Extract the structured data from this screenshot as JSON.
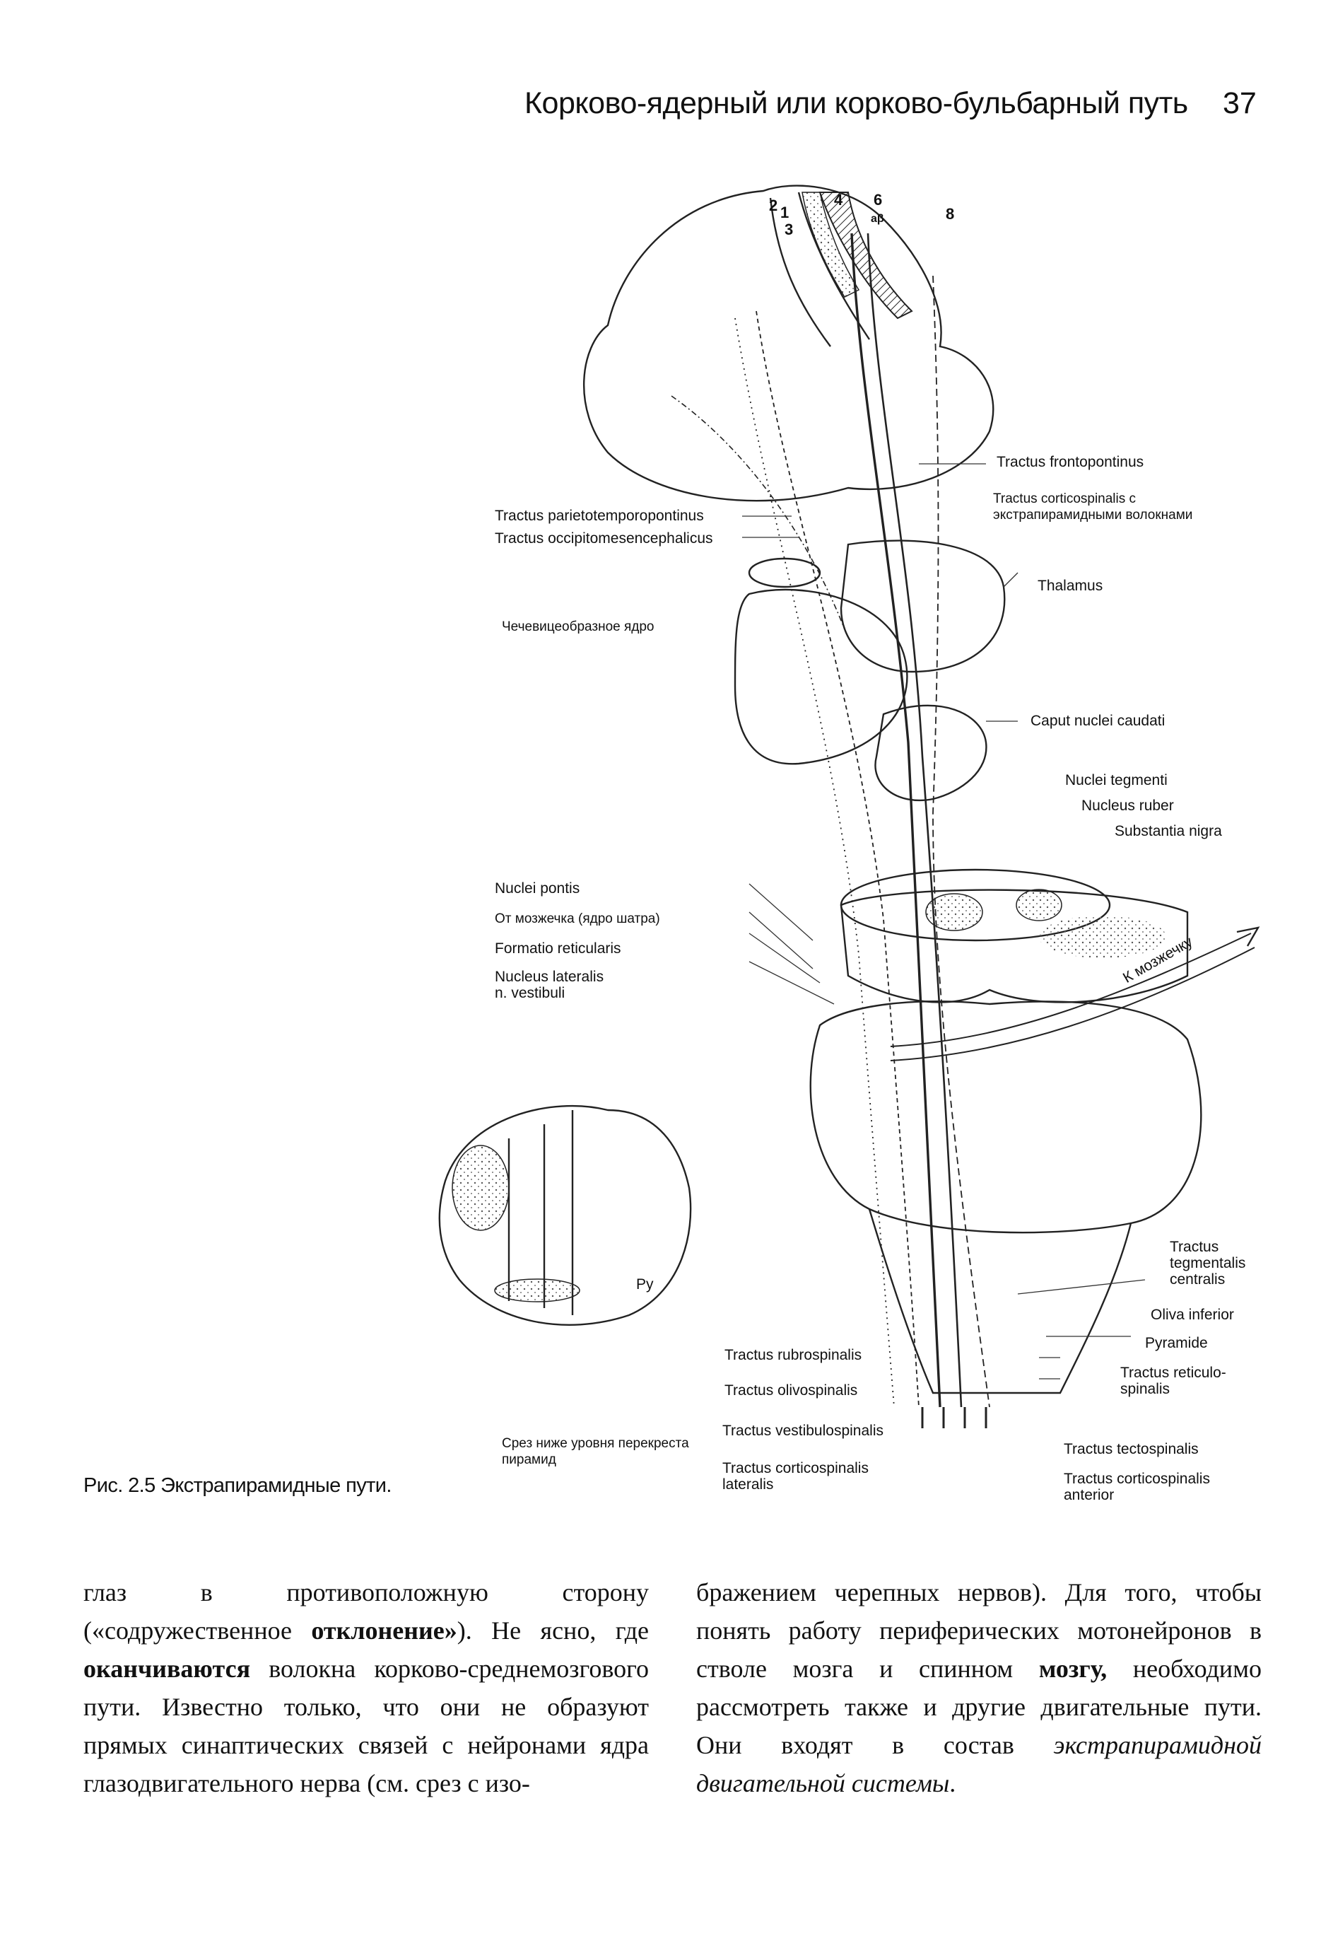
{
  "header": {
    "title": "Корково-ядерный или корково-бульбарный путь",
    "page_number": "37"
  },
  "figure": {
    "cortex_areas": [
      "2",
      "1",
      "3",
      "4",
      "6",
      "aβ",
      "8"
    ],
    "labels": {
      "tractus_frontopontinus": "Tractus frontopontinus",
      "tractus_corticospinalis_extra": "Tractus corticospinalis с экстрапирамидными волокнами",
      "tractus_parietotemporopontinus": "Tractus parietotemporopontinus",
      "tractus_occipitomesencephalicus": "Tractus occipitomesencephalicus",
      "thalamus": "Thalamus",
      "lentiform_nucleus": "Чечевицеобразное ядро",
      "caput_nuclei_caudati": "Caput nuclei caudati",
      "nuclei_tegmenti": "Nuclei tegmenti",
      "nucleus_ruber": "Nucleus ruber",
      "substantia_nigra": "Substantia nigra",
      "nuclei_pontis": "Nuclei pontis",
      "from_cerebellum": "От мозжечка (ядро шатра)",
      "formatio_reticularis": "Formatio reticularis",
      "nucleus_lateralis_vestibuli": "Nucleus lateralis n. vestibuli",
      "k_mozzhechku": "К мозжечку",
      "tractus_tegmentalis_centralis": "Tractus tegmentalis centralis",
      "oliva_inferior": "Oliva inferior",
      "pyramide": "Pyramide",
      "tractus_reticulospinalis": "Tractus reticulo-spinalis",
      "tractus_rubrospinalis": "Tractus rubrospinalis",
      "tractus_olivospinalis": "Tractus olivospinalis",
      "tractus_vestibulospinalis": "Tractus vestibulospinalis",
      "tractus_corticospinalis_lateralis": "Tractus corticospinalis lateralis",
      "tractus_tectospinalis": "Tractus tectospinalis",
      "tractus_corticospinalis_anterior": "Tractus corticospinalis anterior",
      "inset_py": "Py",
      "inset_caption": "Срез ниже уровня перекреста пирамид"
    }
  },
  "caption": "Рис. 2.5 Экстрапирамидные пути.",
  "body": {
    "left_column": [
      {
        "t": "глаз в противоположную сторону («содружественное ",
        "s": "n"
      },
      {
        "t": "отклонение»",
        "s": "b"
      },
      {
        "t": "). Не ясно, где ",
        "s": "n"
      },
      {
        "t": "оканчиваются",
        "s": "b"
      },
      {
        "t": " волокна корково-среднемозгового пути. Известно только, что они не образуют прямых синаптических связей с нейронами ядра глазодвигательного нерва (см. срез с изо-",
        "s": "n"
      }
    ],
    "right_column": [
      {
        "t": "бражением черепных нервов). Для того, чтобы понять работу периферических мотонейронов в стволе мозга и спинном ",
        "s": "n"
      },
      {
        "t": "мозгу,",
        "s": "b"
      },
      {
        "t": " необходимо рассмотреть также и другие двигательные пути. Они входят в состав ",
        "s": "n"
      },
      {
        "t": "экстрапирамидной двигательной системы",
        "s": "i"
      },
      {
        "t": ".",
        "s": "n"
      }
    ]
  }
}
